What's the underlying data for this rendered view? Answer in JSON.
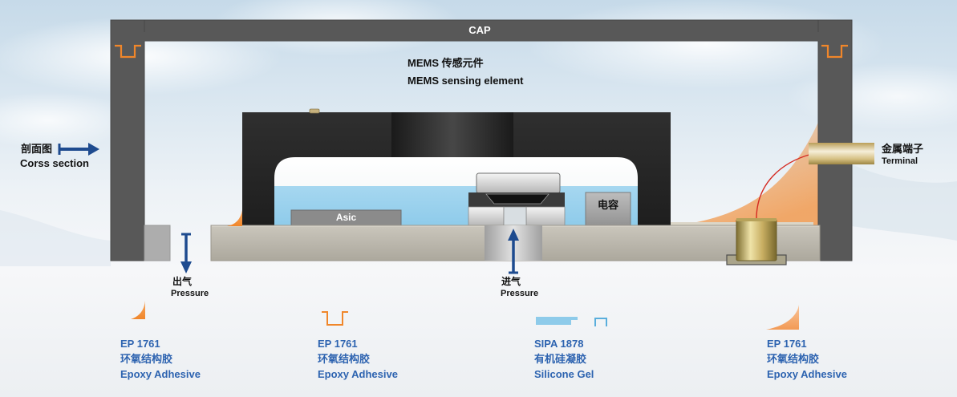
{
  "diagram": {
    "cap_label": "CAP",
    "mems_label_cn": "MEMS 传感元件",
    "mems_label_en": "MEMS sensing element",
    "asic_label": "Asic",
    "capacitor_label": "电容",
    "section_label_cn": "剖面图",
    "section_label_en": "Corss section",
    "outlet_label_cn": "出气",
    "outlet_label_en": "Pressure",
    "inlet_label_cn": "进气",
    "inlet_label_en": "Pressure",
    "terminal_label_cn": "金属端子",
    "terminal_label_en": "Terminal"
  },
  "legend": [
    {
      "code": "EP 1761",
      "name_cn": "环氧结构胶",
      "name_en": "Epoxy Adhesive",
      "icon": "epoxy-fillet-icon"
    },
    {
      "code": "EP 1761",
      "name_cn": "环氧结构胶",
      "name_en": "Epoxy Adhesive",
      "icon": "epoxy-groove-icon"
    },
    {
      "code": "SIPA 1878",
      "name_cn": "有机硅凝胶",
      "name_en": "Silicone Gel",
      "icon": "silicone-gel-icon"
    },
    {
      "code": "EP 1761",
      "name_cn": "环氧结构胶",
      "name_en": "Epoxy Adhesive",
      "icon": "epoxy-large-fillet-icon"
    }
  ],
  "colors": {
    "cap": "#585858",
    "mems_block": "#262626",
    "gel": "#8ecbea",
    "epoxy": "#f0862a",
    "arrow": "#1e4b8f",
    "legend_text": "#2d63b0",
    "wire": "#d42a22",
    "label_text": "#111111"
  }
}
